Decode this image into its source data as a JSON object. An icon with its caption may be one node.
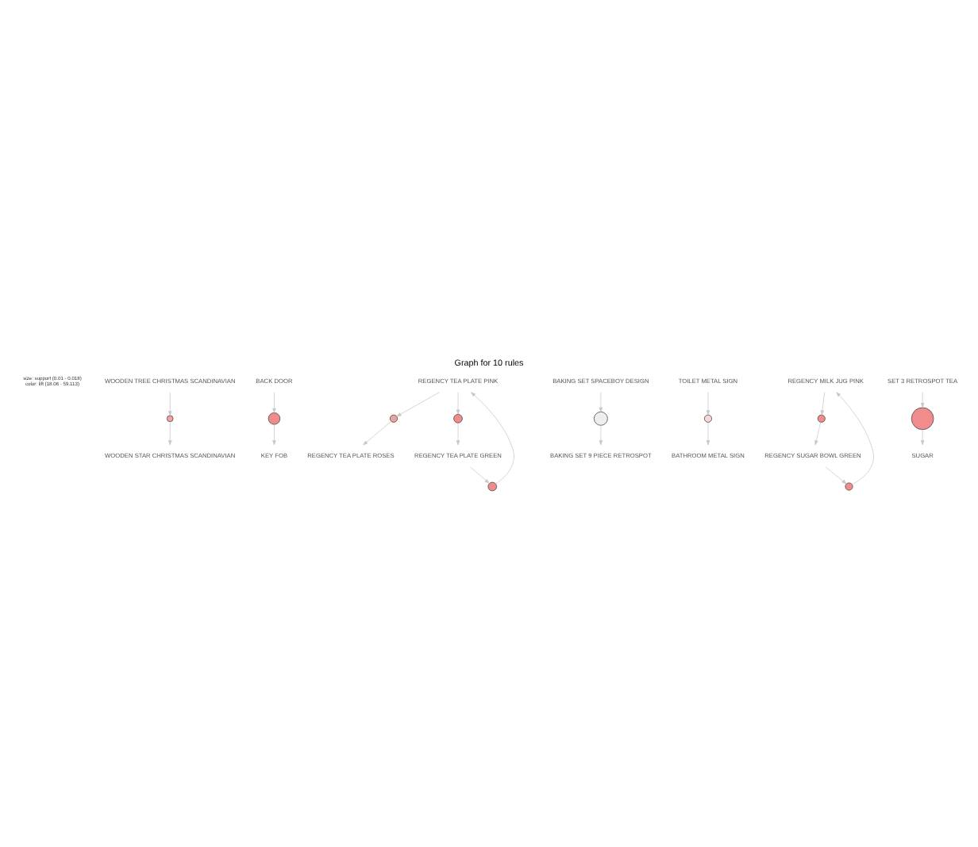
{
  "diagram": {
    "title": "Graph for 10 rules",
    "nodes": [
      {
        "text": [
          "WOODEN TREE CHRISTMAS SCANDINAVIAN"
        ]
      },
      {
        "text": [],
        "shape": "circle"
      },
      {
        "text": [
          "BACK DOOR"
        ]
      },
      {
        "text": [
          "REGENCY TEA PLATE ROSES"
        ]
      },
      {
        "text": [
          "WOODEN STAR CHRISTMAS SCANDINAVIAN"
        ]
      },
      {
        "text": [],
        "shape": "circle"
      },
      {
        "text": [],
        "shape": "circle"
      },
      {
        "text": [
          "KEY FOB"
        ]
      },
      {
        "text": [
          "REGENCY TEA PLATE PINK"
        ]
      },
      {
        "text": [],
        "shape": "circle"
      },
      {
        "text": [
          "BAKING SET 9 PIECE RETROSPOT"
        ]
      },
      {
        "text": [],
        "shape": "circle"
      },
      {
        "text": [
          "TOILET METAL SIGN"
        ]
      },
      {
        "text": [],
        "shape": "circle"
      },
      {
        "text": [
          "BAKING SET SPACEBOY DESIGN"
        ]
      },
      {
        "text": [
          "REGENCY TEA PLATE GREEN"
        ]
      },
      {
        "text": [],
        "shape": "circle"
      },
      {
        "text": [
          "BATHROOM METAL SIGN"
        ]
      },
      {
        "text": [
          "REGENCY MILK JUG PINK"
        ]
      },
      {
        "text": [],
        "shape": "circle"
      },
      {
        "text": [
          "SET 3 RETROSPOT TEA"
        ]
      },
      {
        "text": [],
        "shape": "circle"
      },
      {
        "text": [],
        "shape": "circle"
      },
      {
        "text": [
          "REGENCY SUGAR BOWL GREEN"
        ]
      },
      {
        "text": [
          "SUGAR"
        ]
      }
    ],
    "edges": [
      {
        "from": 0,
        "to": 1,
        "arrow": "to"
      },
      {
        "from": 1,
        "to": 4,
        "arrow": "to"
      },
      {
        "from": 2,
        "to": 5,
        "arrow": "to"
      },
      {
        "from": 5,
        "to": 7,
        "arrow": "to"
      },
      {
        "from": 8,
        "to": 6,
        "arrow": "to"
      },
      {
        "from": 6,
        "to": 3,
        "arrow": "to"
      },
      {
        "from": 15,
        "to": 9,
        "arrow": "to"
      },
      {
        "from": 9,
        "to": 8,
        "arrow": "to"
      },
      {
        "from": 8,
        "to": 11,
        "arrow": "to"
      },
      {
        "from": 11,
        "to": 15,
        "arrow": "to"
      },
      {
        "from": 14,
        "to": 13,
        "arrow": "to"
      },
      {
        "from": 13,
        "to": 10,
        "arrow": "to"
      },
      {
        "from": 12,
        "to": 16,
        "arrow": "to"
      },
      {
        "from": 16,
        "to": 17,
        "arrow": "to"
      },
      {
        "from": 18,
        "to": 19,
        "arrow": "to"
      },
      {
        "from": 19,
        "to": 23,
        "arrow": "to"
      },
      {
        "from": 23,
        "to": 21,
        "arrow": "to"
      },
      {
        "from": 21,
        "to": 18,
        "arrow": "to"
      },
      {
        "from": 20,
        "to": 22,
        "arrow": "to"
      },
      {
        "from": 22,
        "to": 24,
        "arrow": "to"
      }
    ],
    "labels": [
      "size: support (0.01 - 0.018)",
      "color: lift (18.06 - 59.113)"
    ]
  }
}
